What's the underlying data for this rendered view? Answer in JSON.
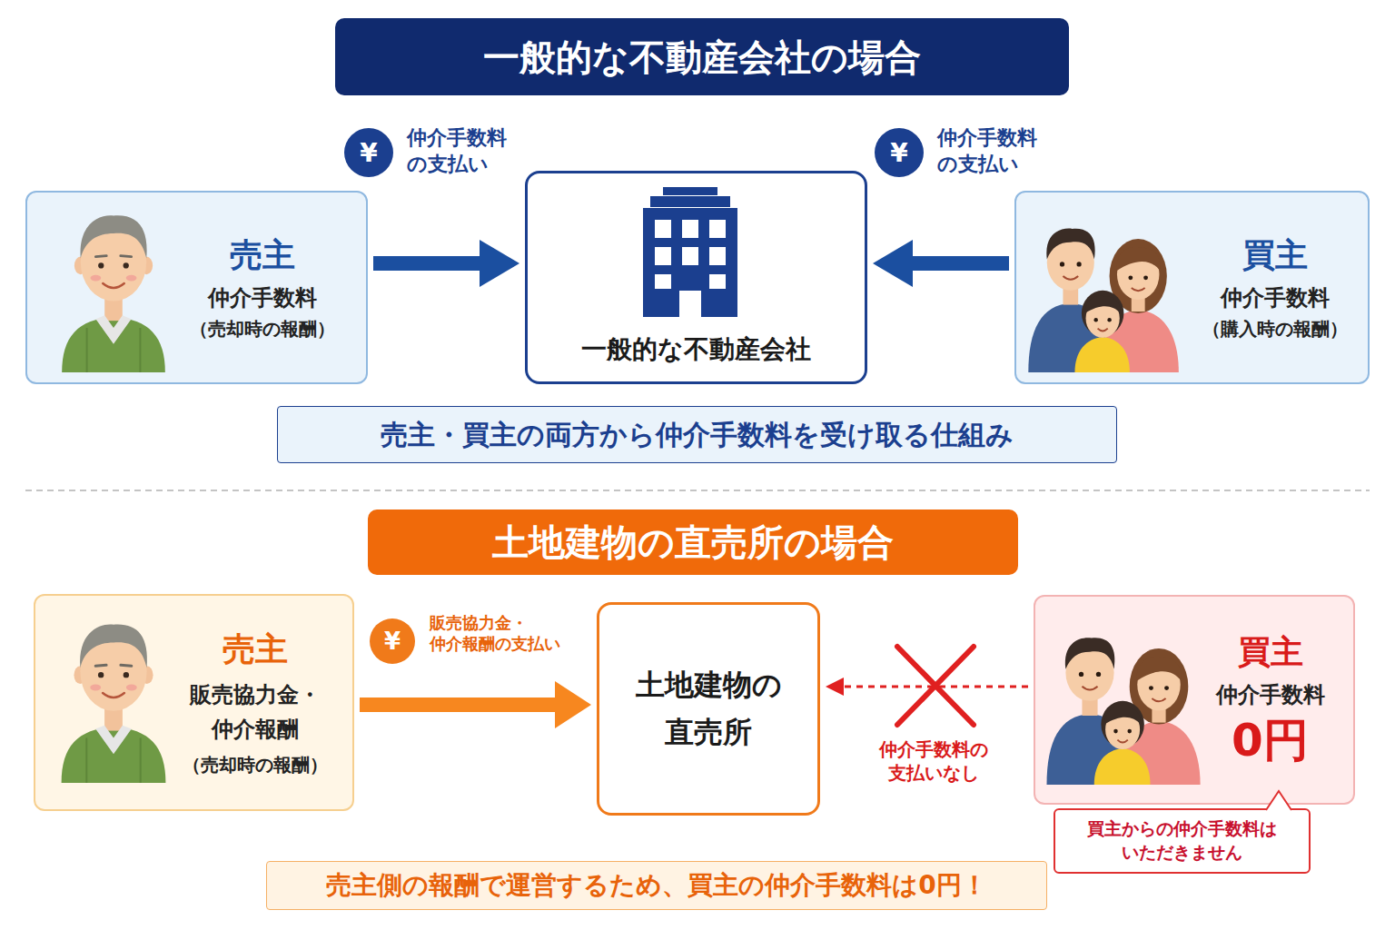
{
  "diagram": {
    "nodes": [
      {
        "text": [
          "一般的な不動産会社の場合"
        ]
      },
      {
        "text": [
          "売主",
          "仲介手数料",
          "（売却時の報酬）"
        ]
      },
      {
        "text": [
          "一般的な不動産会社"
        ]
      },
      {
        "text": [
          "買主",
          "仲介手数料",
          "（購入時の報酬）"
        ]
      },
      {
        "text": [
          "売主・買主の両方から仲介手数料を受け取る仕組み"
        ]
      },
      {
        "text": [
          "土地建物の直売所の場合"
        ]
      },
      {
        "text": [
          "売主",
          "販売協力金・ 仲介報酬",
          "（売却時の報酬）"
        ]
      },
      {
        "text": [
          "土地建物の 直売所"
        ]
      },
      {
        "text": [
          "買主",
          "仲介手数料",
          "0円"
        ]
      },
      {
        "text": [
          "買主からの仲介手数料は いただきません"
        ]
      },
      {
        "text": [
          "売主側の報酬で運営するため、買主の仲介手数料は0円！"
        ]
      }
    ],
    "edges": [
      {
        "from": 1,
        "to": 2,
        "arrow": "to",
        "label": "仲介手数料 の支払い"
      },
      {
        "from": 3,
        "to": 2,
        "arrow": "to",
        "label": "仲介手数料 の支払い"
      },
      {
        "from": 6,
        "to": 7,
        "arrow": "to",
        "label": "販売協力金・ 仲介報酬の支払い"
      },
      {
        "from": 8,
        "to": 7,
        "arrow": "to",
        "label": "仲介手数料の 支払いなし"
      }
    ],
    "labels": [
      "¥",
      "¥",
      "¥"
    ]
  }
}
